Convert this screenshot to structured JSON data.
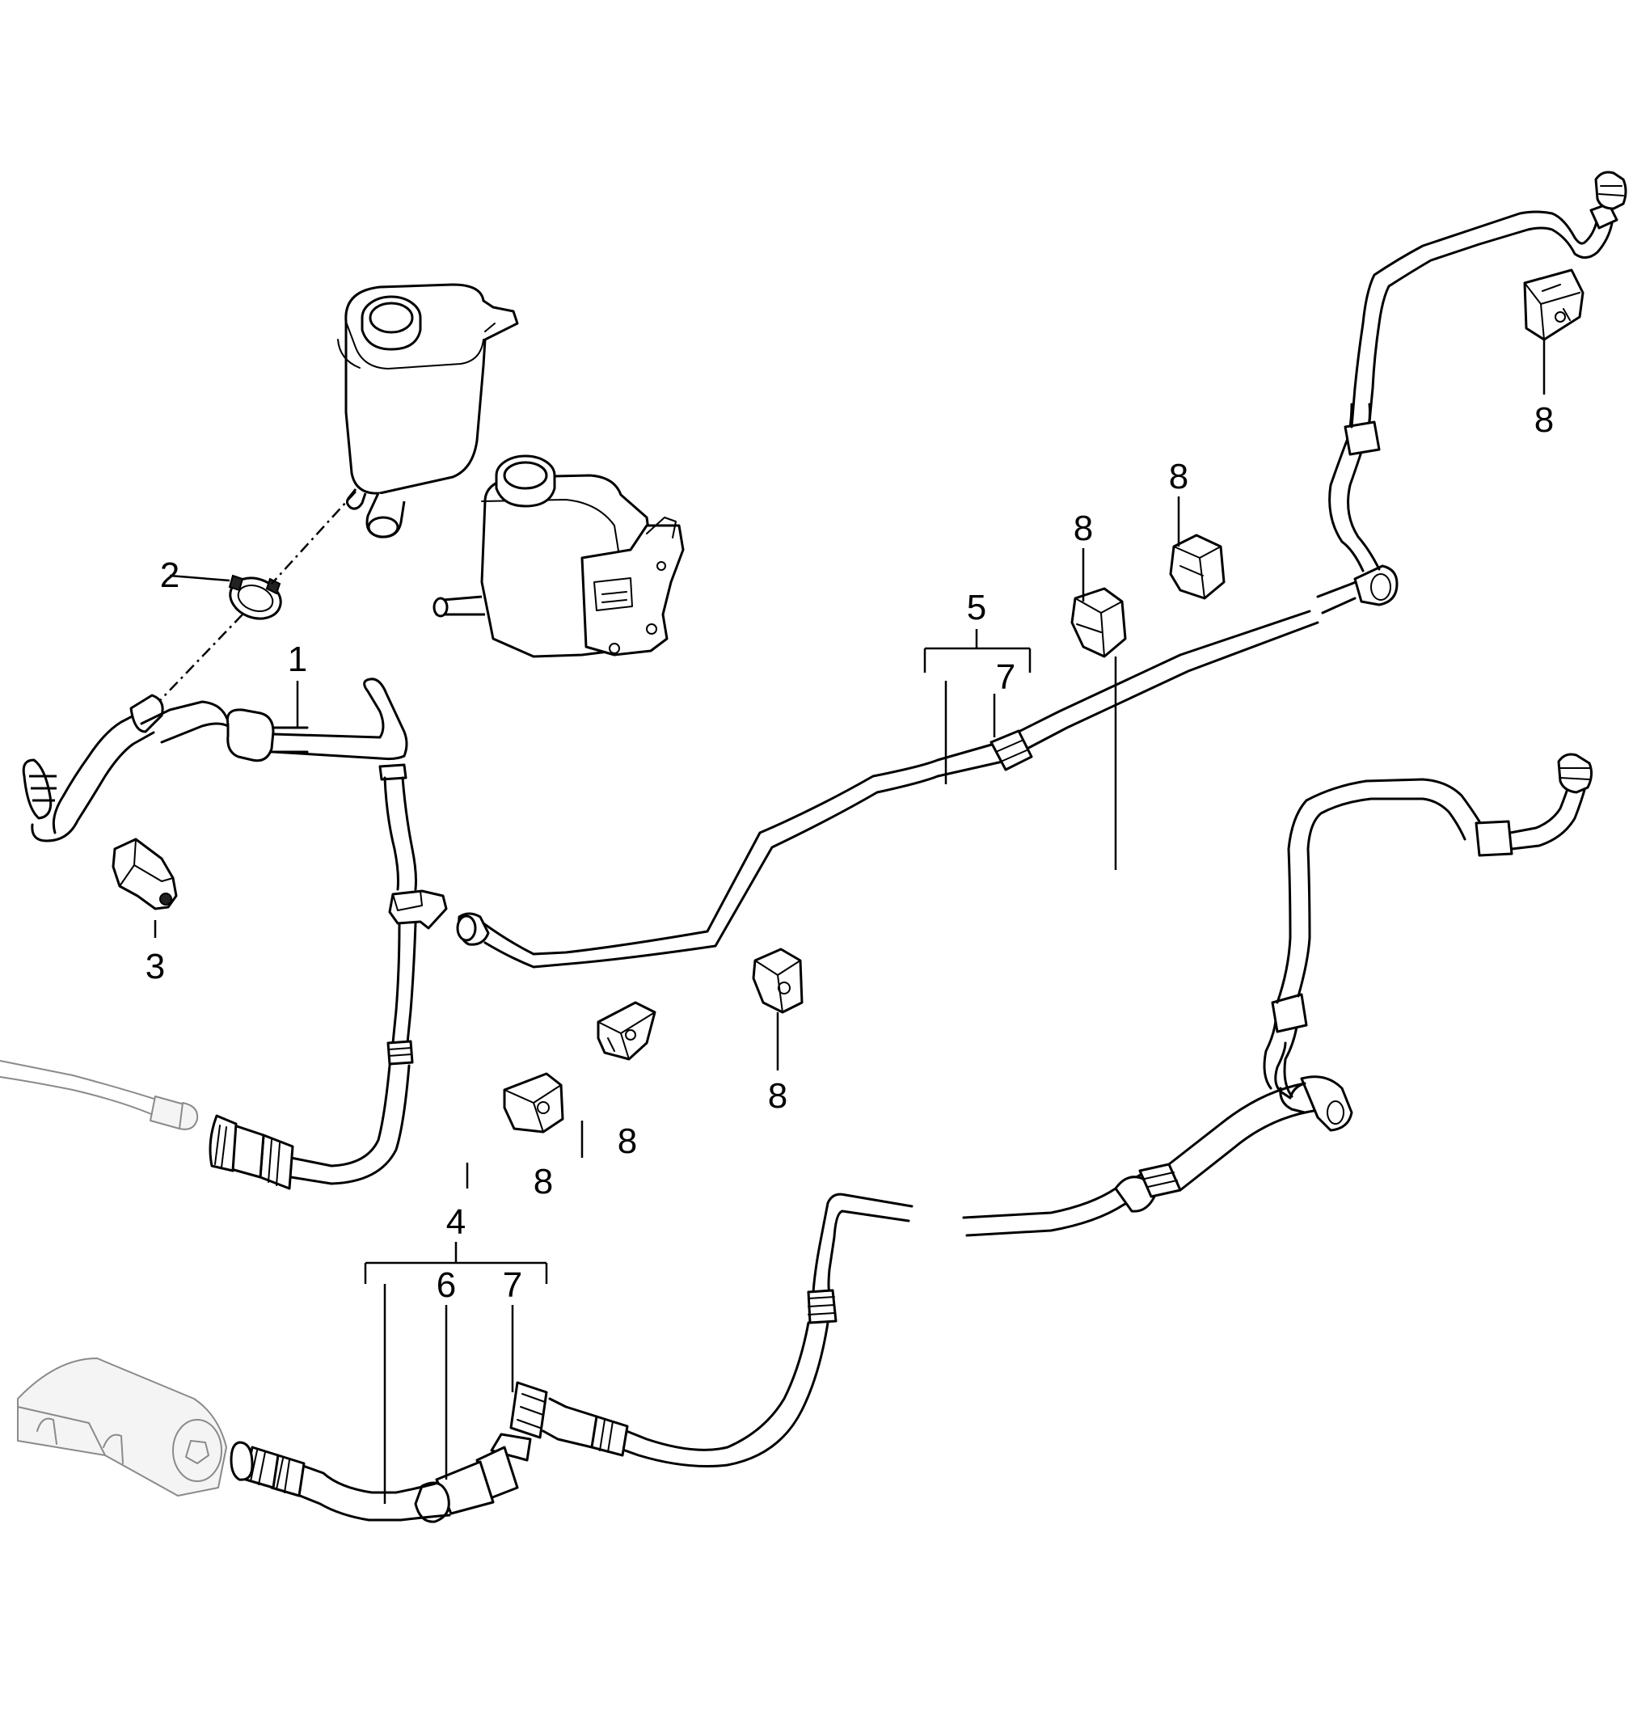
{
  "callouts": {
    "c1": "1",
    "c2": "2",
    "c3": "3",
    "c4": "4",
    "c5": "5",
    "c6": "6",
    "c7a": "7",
    "c7b": "7",
    "c8a": "8",
    "c8b": "8",
    "c8c": "8",
    "c8d": "8",
    "c8e": "8",
    "c8f": "8"
  },
  "icons": {
    "reservoir": "reservoir-icon",
    "reservoir_alt": "reservoir-bracket-icon",
    "hose_clamp": "hose-clamp-icon",
    "holder": "holder-icon",
    "clip": "clip-icon",
    "steering_gear": "steering-gear-icon"
  }
}
